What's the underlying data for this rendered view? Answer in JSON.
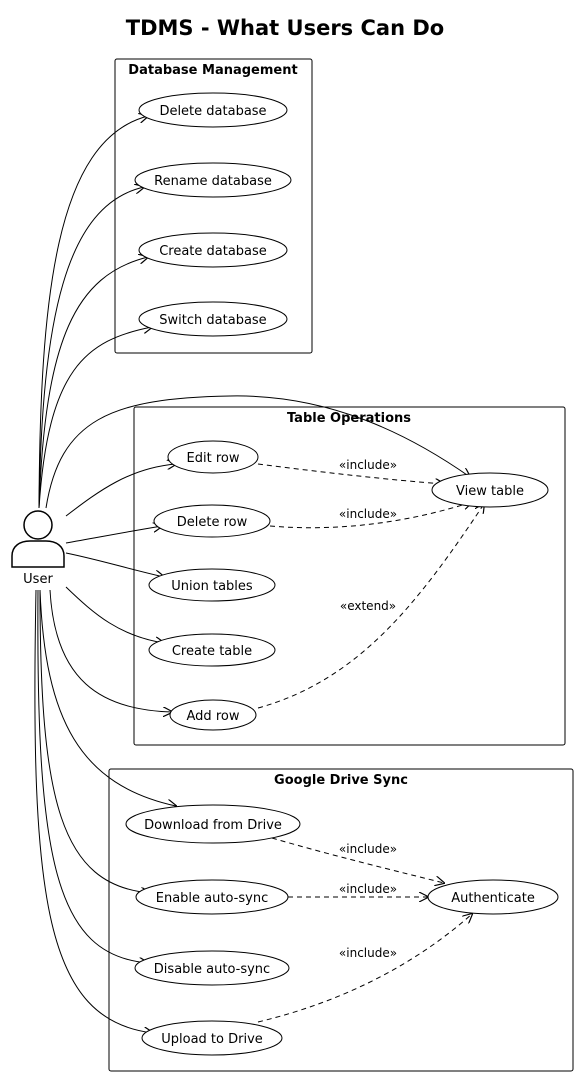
{
  "diagram": {
    "title": "TDMS - What Users Can Do",
    "actor": {
      "label": "User"
    },
    "packages": [
      {
        "title": "Database Management",
        "use_cases": [
          "Delete database",
          "Rename database",
          "Create database",
          "Switch database"
        ]
      },
      {
        "title": "Table Operations",
        "use_cases": [
          "Edit row",
          "View table",
          "Delete row",
          "Union tables",
          "Create table",
          "Add row"
        ]
      },
      {
        "title": "Google Drive Sync",
        "use_cases": [
          "Download from Drive",
          "Authenticate",
          "Enable auto-sync",
          "Disable auto-sync",
          "Upload to Drive"
        ]
      }
    ],
    "associations": [
      {
        "from": "User",
        "to": "Delete database"
      },
      {
        "from": "User",
        "to": "Rename database"
      },
      {
        "from": "User",
        "to": "Create database"
      },
      {
        "from": "User",
        "to": "Switch database"
      },
      {
        "from": "User",
        "to": "View table"
      },
      {
        "from": "User",
        "to": "Edit row"
      },
      {
        "from": "User",
        "to": "Delete row"
      },
      {
        "from": "User",
        "to": "Union tables"
      },
      {
        "from": "User",
        "to": "Create table"
      },
      {
        "from": "User",
        "to": "Add row"
      },
      {
        "from": "User",
        "to": "Download from Drive"
      },
      {
        "from": "User",
        "to": "Enable auto-sync"
      },
      {
        "from": "User",
        "to": "Disable auto-sync"
      },
      {
        "from": "User",
        "to": "Upload to Drive"
      }
    ],
    "dependencies": [
      {
        "from": "Edit row",
        "to": "View table",
        "label": "«include»"
      },
      {
        "from": "Delete row",
        "to": "View table",
        "label": "«include»"
      },
      {
        "from": "Add row",
        "to": "View table",
        "label": "«extend»"
      },
      {
        "from": "Download from Drive",
        "to": "Authenticate",
        "label": "«include»"
      },
      {
        "from": "Enable auto-sync",
        "to": "Authenticate",
        "label": "«include»"
      },
      {
        "from": "Upload to Drive",
        "to": "Authenticate",
        "label": "«include»"
      }
    ]
  }
}
